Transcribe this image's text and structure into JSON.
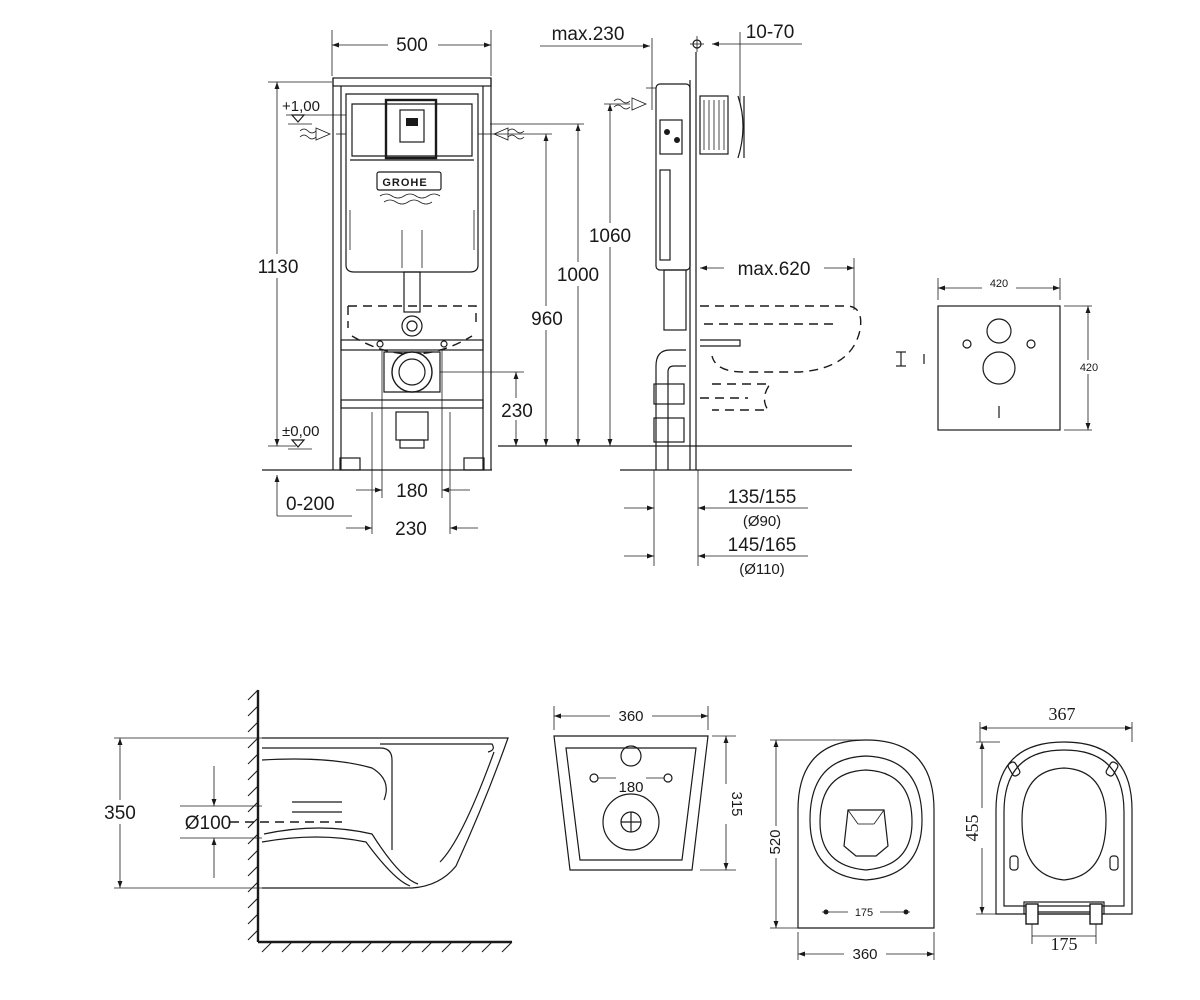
{
  "brand": {
    "logo": "GROHE"
  },
  "frame_view": {
    "width": "500",
    "height": "1130",
    "level_top": "+1,00",
    "level_floor": "±0,00",
    "adjust_range": "0-200",
    "drain_spacing": "180",
    "frame_spacing": "230",
    "drain_height": "230",
    "inlet_height": "960",
    "tank_height": "1000",
    "top_height": "1060"
  },
  "side_view": {
    "depth_max": "max.230",
    "wall_range": "10-70",
    "bowl_max": "max.620",
    "drain_offset_1": "135/155",
    "drain_dia_1": "(Ø90)",
    "drain_offset_2": "145/165",
    "drain_dia_2": "(Ø110)"
  },
  "plate_view": {
    "width": "420",
    "height": "420"
  },
  "bowl_side": {
    "height": "350",
    "outlet_dia": "Ø100"
  },
  "bowl_back": {
    "width": "360",
    "hole_spacing": "180",
    "height": "315"
  },
  "bowl_top": {
    "length": "520",
    "width": "360",
    "hole_spacing": "175"
  },
  "seat_top": {
    "width": "367",
    "length": "455",
    "hinge_spacing": "175"
  },
  "icons": {
    "water-inlet": "water-inlet-icon",
    "level-marker": "level-marker-icon",
    "fixing-hole": "fixing-hole-icon"
  }
}
